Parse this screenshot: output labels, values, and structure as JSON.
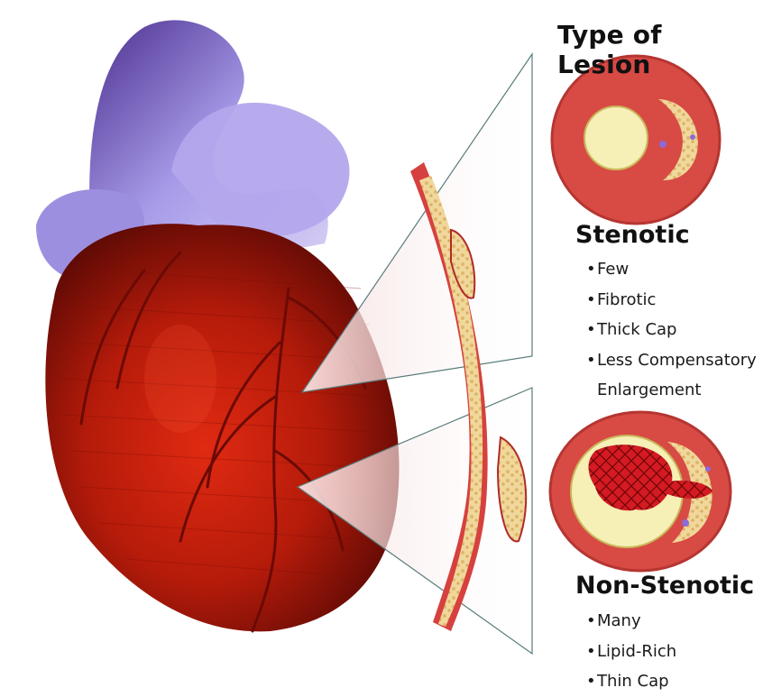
{
  "title": "Type of Lesion",
  "stenotic": {
    "heading": "Stenotic",
    "bullets": [
      "Few",
      "Fibrotic",
      "Thick Cap",
      "Less Compensatory"
    ],
    "continuation": "Enlargement"
  },
  "non_stenotic": {
    "heading": "Non-Stenotic",
    "bullets": [
      "Many",
      "Lipid-Rich",
      "Thin Cap"
    ]
  },
  "colors": {
    "heart": "#c41f0a",
    "vessels": "#8e8cd8",
    "artery_wall": "#d64a4a",
    "plaque": "#f2d9a0",
    "lumen": "#f3ecb0",
    "clot": "#c0121a"
  }
}
